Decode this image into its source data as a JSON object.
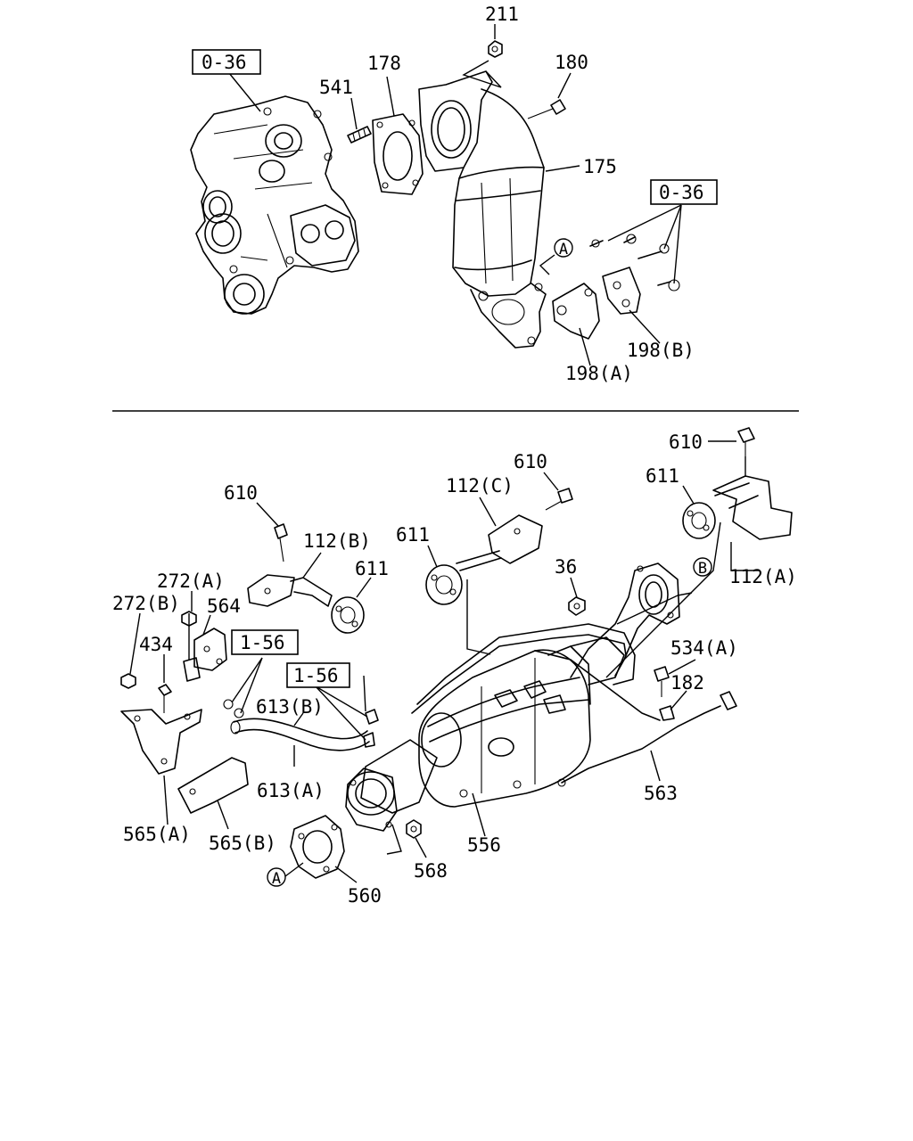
{
  "diagram": {
    "labels": {
      "l211": "211",
      "l180": "180",
      "l178": "178",
      "l541": "541",
      "l175": "175",
      "l198a": "198(A)",
      "l198b": "198(B)",
      "l610a": "610",
      "l610b": "610",
      "l610c": "610",
      "l611a": "611",
      "l611b": "611",
      "l611c": "611",
      "l112a": "112(A)",
      "l112b": "112(B)",
      "l112c": "112(C)",
      "l272a": "272(A)",
      "l272b": "272(B)",
      "l564": "564",
      "l434": "434",
      "l36": "36",
      "l534a": "534(A)",
      "l182": "182",
      "l613b": "613(B)",
      "l613a": "613(A)",
      "l563": "563",
      "l565a": "565(A)",
      "l565b": "565(B)",
      "l556": "556",
      "l568": "568",
      "l560": "560"
    },
    "refs": {
      "ref036a": "0-36",
      "ref036b": "0-36",
      "ref156a": "1-56",
      "ref156b": "1-56"
    },
    "markers": {
      "markA1": "A",
      "markA2": "A",
      "markB": "B"
    }
  }
}
